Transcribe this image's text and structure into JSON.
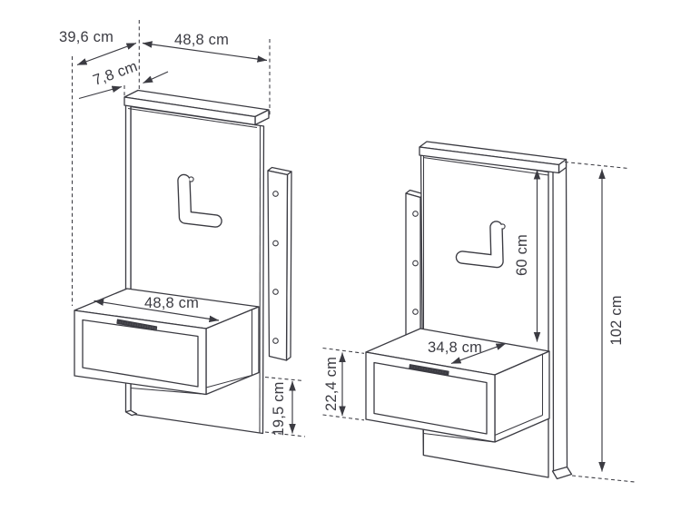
{
  "colors": {
    "background": "#ffffff",
    "line": "#3b3b42",
    "text": "#3b3b42"
  },
  "diagram": {
    "type": "furniture-technical-drawing",
    "subject": "wall-mounted bedside shelf with drawer, two views",
    "left": {
      "depth_total": "39,6 cm",
      "width_total": "48,8 cm",
      "shelf_depth": "7,8 cm",
      "drawer_width": "48,8 cm",
      "lower_height": "19,5 cm"
    },
    "right": {
      "panel_height": "60 cm",
      "total_height": "102 cm",
      "drawer_depth": "34,8 cm",
      "drawer_height": "22,4 cm"
    }
  }
}
